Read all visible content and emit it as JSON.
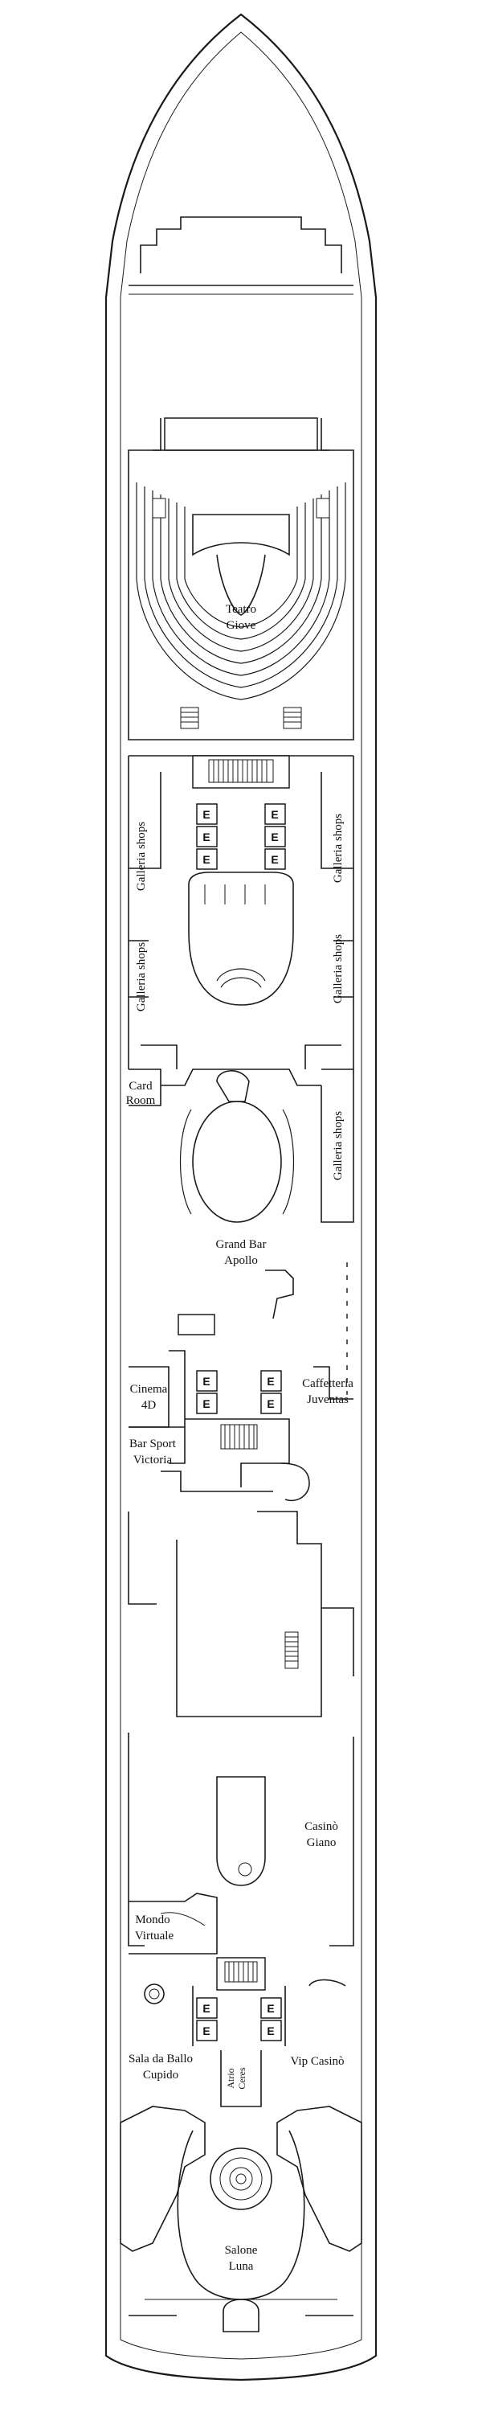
{
  "diagram": {
    "elevator_symbol": "E",
    "labels": {
      "teatro_1": "Teatro",
      "teatro_2": "Giove",
      "galleria_shops": "Galleria shops",
      "card_room_1": "Card",
      "card_room_2": "Room",
      "grand_bar_1": "Grand Bar",
      "grand_bar_2": "Apollo",
      "caffetteria_1": "Caffetteria",
      "caffetteria_2": "Juventas",
      "cinema_1": "Cinema",
      "cinema_2": "4D",
      "bar_sport_1": "Bar Sport",
      "bar_sport_2": "Victoria",
      "casino_1": "Casinò",
      "casino_2": "Giano",
      "mondo_1": "Mondo",
      "mondo_2": "Virtuale",
      "sala_1": "Sala da Ballo",
      "sala_2": "Cupido",
      "atrio_1": "Atrio",
      "atrio_2": "Ceres",
      "vip_casino": "Vip Casinò",
      "salone_1": "Salone",
      "salone_2": "Luna"
    }
  }
}
